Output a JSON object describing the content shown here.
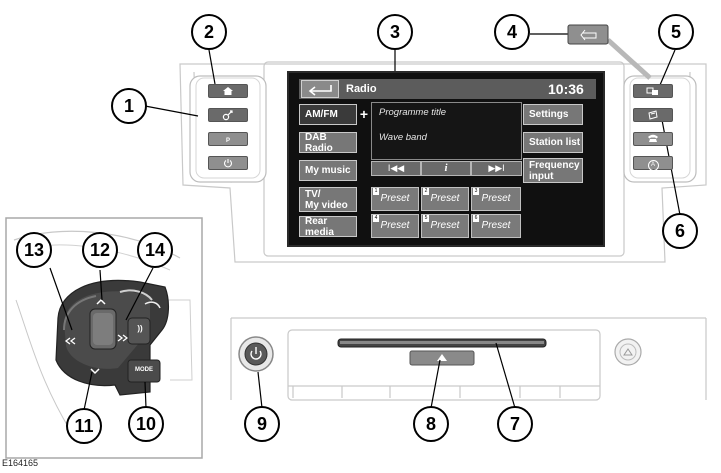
{
  "figure_id": "E164165",
  "screen": {
    "title": "Radio",
    "time": "10:36",
    "left_buttons": [
      "AM/FM",
      "DAB Radio",
      "My music",
      "TV/\nMy video",
      "Rear media"
    ],
    "right_buttons": [
      "Settings",
      "Station list",
      "Frequency\ninput"
    ],
    "plus": "+",
    "info": {
      "programme": "Programme title",
      "band": "Wave band"
    },
    "transport": [
      "I◀◀",
      "i",
      "▶▶I"
    ],
    "presets": [
      {
        "num": "1",
        "label": "Preset"
      },
      {
        "num": "2",
        "label": "Preset"
      },
      {
        "num": "3",
        "label": "Preset"
      },
      {
        "num": "4",
        "label": "Preset"
      },
      {
        "num": "5",
        "label": "Preset"
      },
      {
        "num": "6",
        "label": "Preset"
      }
    ]
  },
  "left_panel": {
    "icons": [
      "home-icon",
      "navigation-icon",
      "parking-icon",
      "power-icon"
    ],
    "park_label": "P"
  },
  "right_panel": {
    "icons": [
      "media-icon",
      "card-icon",
      "phone-icon",
      "nav-a-icon"
    ],
    "nav_label": "A"
  },
  "wheel": {
    "mode_label": "MODE",
    "voice_label": "))"
  },
  "callouts": [
    "1",
    "2",
    "3",
    "4",
    "5",
    "6",
    "7",
    "8",
    "9",
    "10",
    "11",
    "12",
    "13",
    "14"
  ]
}
